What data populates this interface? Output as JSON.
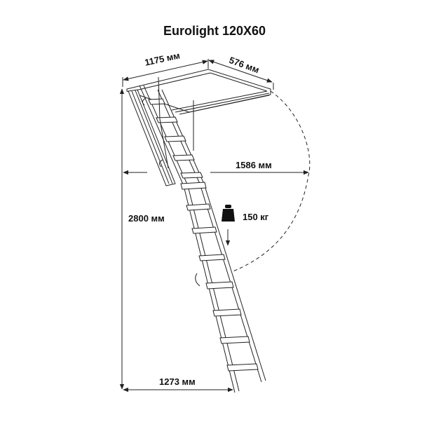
{
  "title": "Eurolight 120X60",
  "dimensions": {
    "hatch_length": "1175 мм",
    "hatch_width": "576 мм",
    "swing_clearance": "1586 мм",
    "ceiling_height": "2800 мм",
    "floor_projection": "1273 мм"
  },
  "load": {
    "icon": "weight-icon",
    "value": "150 кг"
  },
  "colors": {
    "line": "#222222",
    "background": "#ffffff"
  }
}
